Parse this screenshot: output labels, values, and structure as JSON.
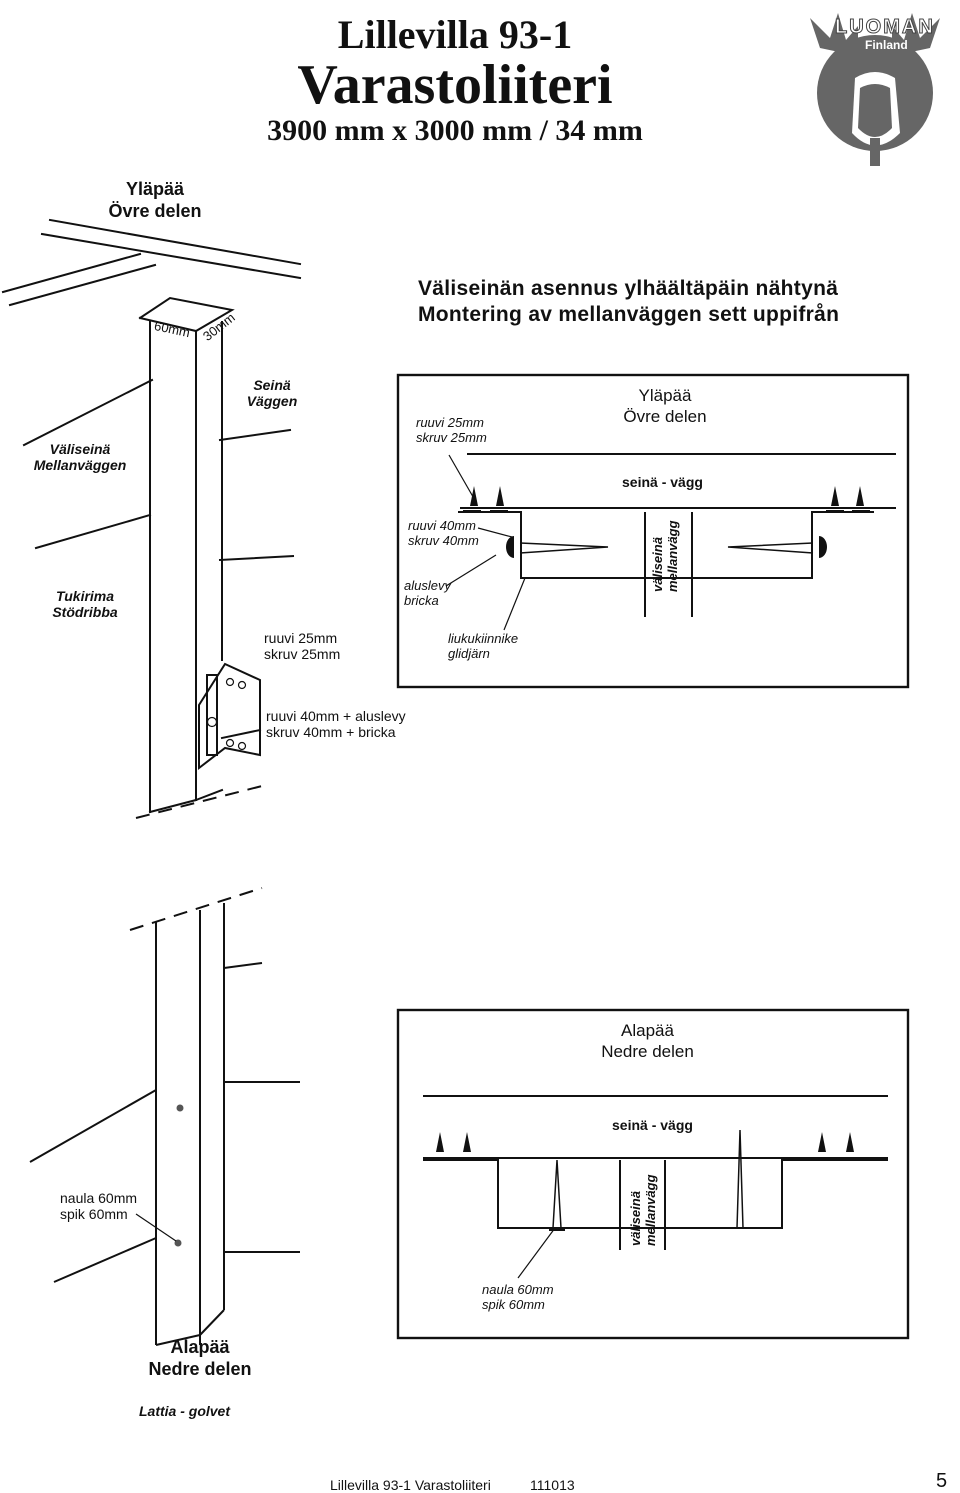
{
  "header": {
    "line1": "Lillevilla 93-1",
    "line2": "Varastoliiteri",
    "line3": "3900 mm x 3000 mm / 34 mm"
  },
  "logo": {
    "brand": "LUOMAN",
    "country": "Finland",
    "icon": "moose-head-logo"
  },
  "top_section": {
    "label_fi": "Yläpää",
    "label_sv": "Övre delen",
    "dim_60": "60mm",
    "dim_30": "30mm",
    "title_fi": "Väliseinän asennus ylhäältäpäin nähtynä",
    "title_sv": "Montering av mellanväggen sett uppifrån",
    "seina_fi": "Seinä",
    "seina_sv": "Väggen",
    "valiseina_fi": "Väliseinä",
    "valiseina_sv": "Mellanväggen",
    "tukirima_fi": "Tukirima",
    "tukirima_sv": "Stödribba",
    "screw25_fi": "ruuvi 25mm",
    "screw25_sv": "skruv 25mm",
    "screw40w_fi": "ruuvi 40mm + aluslevy",
    "screw40w_sv": "skruv 40mm + bricka"
  },
  "top_box": {
    "screw25_fi": "ruuvi 25mm",
    "screw25_sv": "skruv 25mm",
    "title_fi": "Yläpää",
    "title_sv": "Övre delen",
    "wall": "seinä - vägg",
    "screw40_fi": "ruuvi 40mm",
    "screw40_sv": "skruv 40mm",
    "washer_fi": "aluslevy",
    "washer_sv": "bricka",
    "glide_fi": "liukukiinnike",
    "glide_sv": "glidjärn",
    "partition_fi": "väliseinä",
    "partition_sv": "mellanvägg"
  },
  "bottom_box": {
    "title_fi": "Alapää",
    "title_sv": "Nedre delen",
    "wall": "seinä - vägg",
    "partition_fi": "väliseinä",
    "partition_sv": "mellanvägg",
    "nail_fi": "naula 60mm",
    "nail_sv": "spik 60mm"
  },
  "bottom_section": {
    "nail_fi": "naula 60mm",
    "nail_sv": "spik 60mm",
    "label_fi": "Alapää",
    "label_sv": "Nedre delen",
    "floor": "Lattia - golvet"
  },
  "footer": {
    "doc": "Lillevilla 93-1 Varastoliiteri",
    "code": "111013",
    "page": "5"
  }
}
